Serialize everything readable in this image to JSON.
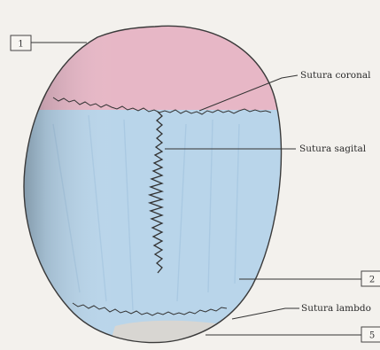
{
  "labels": {
    "coronal": "Sutura coronal",
    "sagital": "Sutura sagital",
    "lambdoidea": "Sutura lambdo"
  },
  "markers": {
    "m1": "1",
    "m2": "2",
    "m5": "5"
  },
  "colors": {
    "frontal": "#e7b7c6",
    "parietal": "#b9d5ea",
    "occipital": "#d8d6d2",
    "outline": "#3a3a3a",
    "background": "#f3f1ed"
  }
}
